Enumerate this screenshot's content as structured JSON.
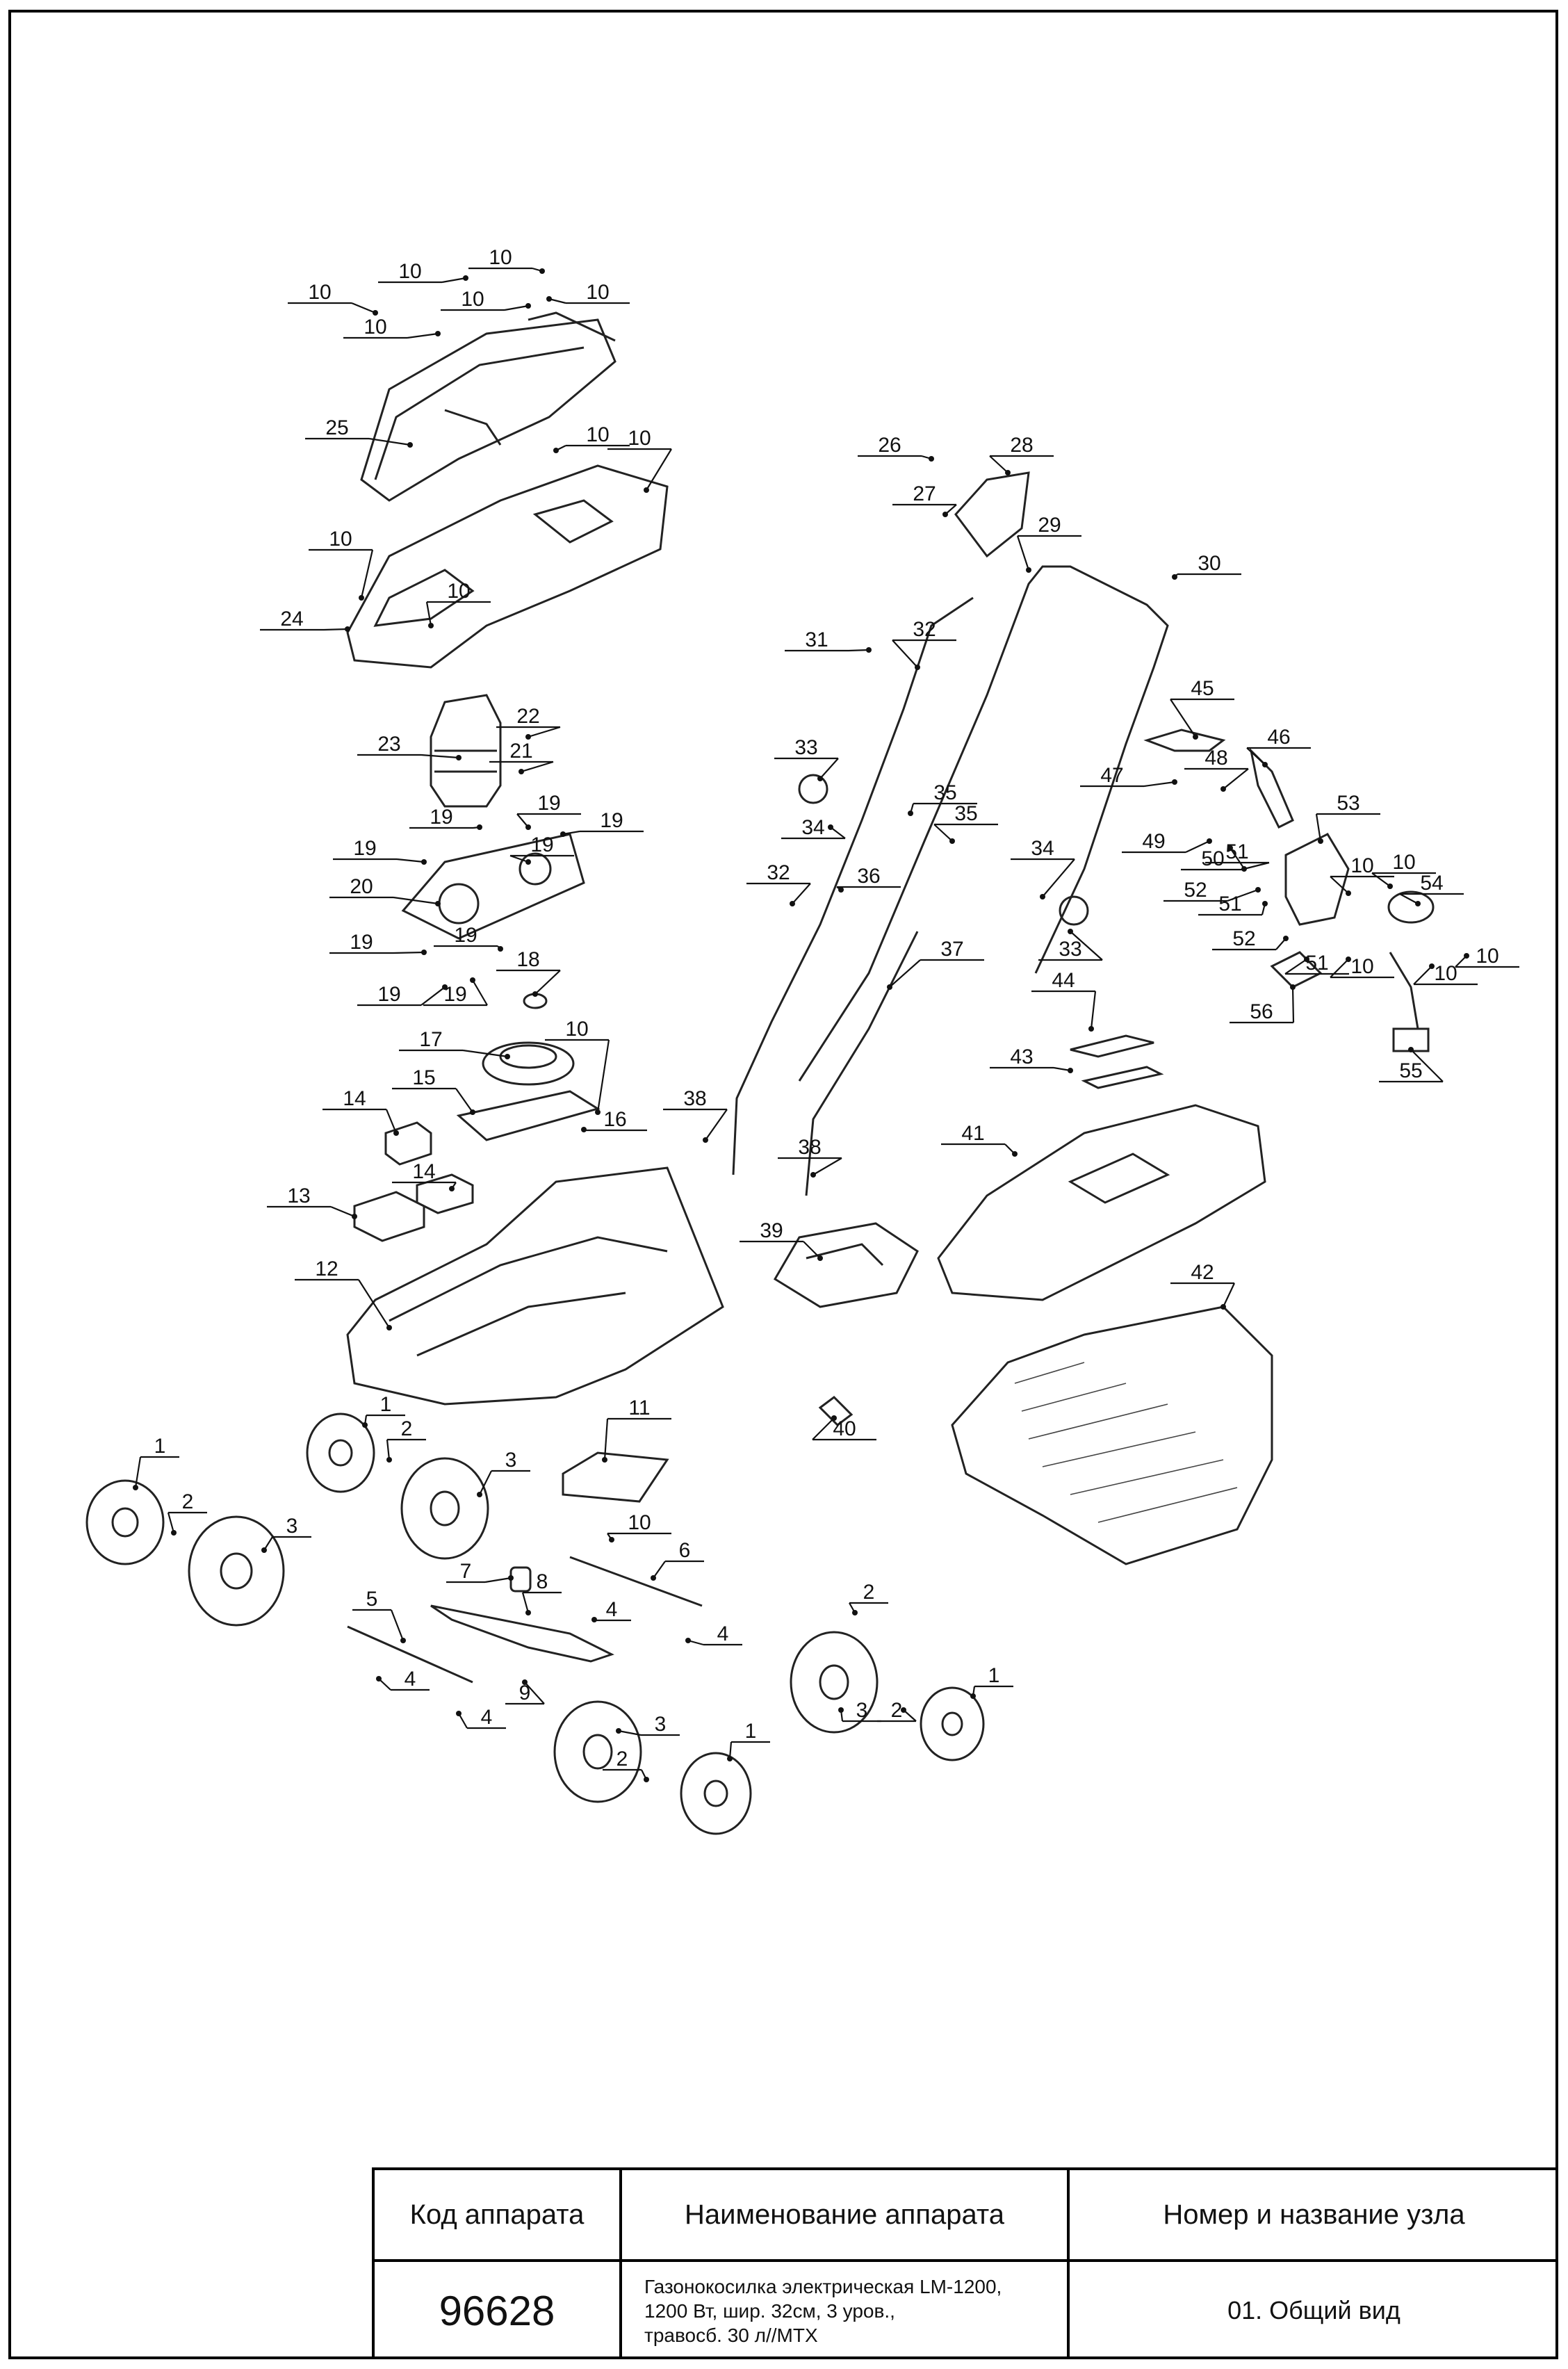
{
  "title_block": {
    "headers": [
      "Код аппарата",
      "Наименование аппарата",
      "Номер и название узла"
    ],
    "device_code": "96628",
    "device_name": "Газонокосилка электрическая LM-1200,\n1200 Вт, шир. 32см, 3 уров.,\nтравосб. 30 л//MTX",
    "assembly": "01. Общий вид"
  },
  "callouts": [
    "1",
    "2",
    "3",
    "4",
    "5",
    "6",
    "7",
    "8",
    "9",
    "10",
    "11",
    "12",
    "13",
    "14",
    "15",
    "16",
    "17",
    "18",
    "19",
    "20",
    "21",
    "22",
    "23",
    "24",
    "25",
    "26",
    "27",
    "28",
    "29",
    "30",
    "31",
    "32",
    "33",
    "34",
    "35",
    "36",
    "37",
    "38",
    "39",
    "40",
    "41",
    "42",
    "43",
    "44",
    "45",
    "46",
    "47",
    "48",
    "49",
    "50",
    "51",
    "52",
    "53",
    "54",
    "55",
    "56"
  ]
}
